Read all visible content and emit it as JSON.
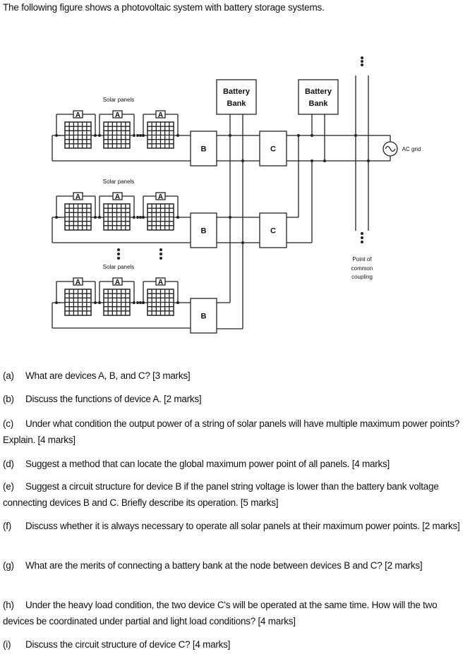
{
  "intro": "The following figure shows a photovoltaic system with battery storage systems.",
  "figure": {
    "solar_panels_label": "Solar panels",
    "device_a": "A",
    "device_b": "B",
    "device_c": "C",
    "battery_bank_line1": "Battery",
    "battery_bank_line2": "Bank",
    "ac_grid": "AC grid",
    "pcc_line1": "Point of",
    "pcc_line2": "common",
    "pcc_line3": "coupling"
  },
  "questions": [
    {
      "label": "(a)",
      "text": "What are devices A, B, and C?  [3 marks]"
    },
    {
      "label": "(b)",
      "text": "Discuss the functions of device A.  [2 marks]"
    },
    {
      "label": "(c)",
      "text": "Under what condition the output power of a string of solar panels will have multiple maximum power points? Explain.   [4 marks]"
    },
    {
      "label": "(d)",
      "text": "Suggest a method that can locate the global maximum power point of all panels.  [4 marks]"
    },
    {
      "label": "(e)",
      "text": "Suggest a circuit structure for device B if the panel string voltage is lower than the battery bank voltage connecting devices B and C. Briefly describe its operation.  [5 marks]"
    },
    {
      "label": "(f)",
      "text": "Discuss whether it is always necessary to operate all solar panels at their maximum power points.  [2 marks]"
    },
    {
      "label": "(g)",
      "text": "What are the merits of connecting a battery bank at the node between devices B and C?  [2 marks]"
    },
    {
      "label": "(h)",
      "text": "Under the heavy load condition, the two device C's will be operated at the same time. How will the two devices be coordinated under partial and light load conditions?  [4 marks]"
    },
    {
      "label": "(i)",
      "text": "Discuss the circuit structure of device C?  [4 marks]"
    }
  ]
}
